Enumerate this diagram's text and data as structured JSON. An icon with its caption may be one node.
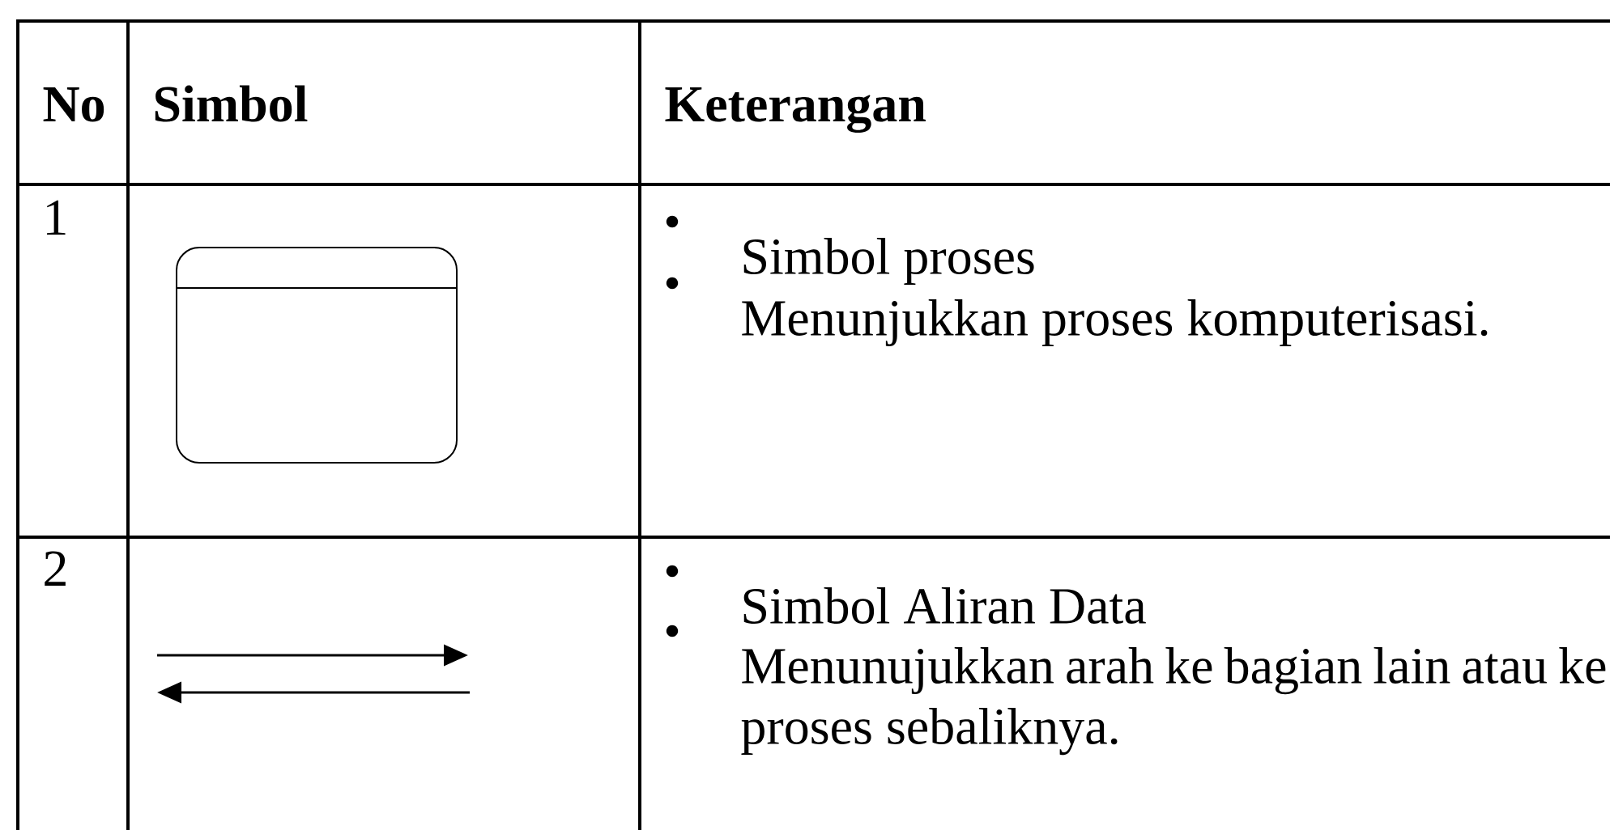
{
  "diagram": {
    "labels": [
      "No",
      "Simbol",
      "Keterangan",
      "1",
      "Simbol proses",
      "Menunjukkan proses komputerisasi.",
      "2",
      "Simbol Aliran Data",
      "Menunujukkan arah ke bagian lain atau ke proses sebaliknya."
    ]
  }
}
